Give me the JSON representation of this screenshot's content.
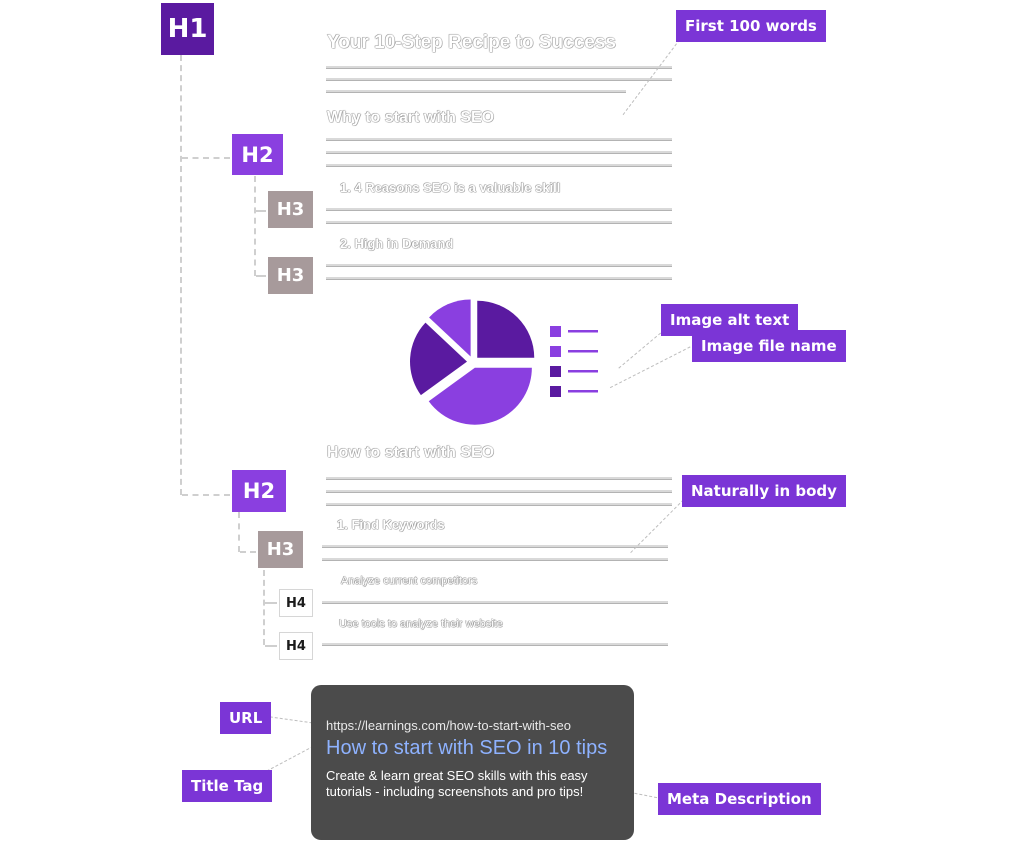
{
  "badges": {
    "h1": "H1",
    "h2": "H2",
    "h3": "H3",
    "h4": "H4"
  },
  "article": {
    "title": "Your 10-Step Recipe to Success",
    "section1": {
      "heading": "Why to start with SEO",
      "sub1": "1. 4 Reasons SEO is a valuable skill",
      "sub2": "2. High in Demand"
    },
    "section2": {
      "heading": "How to start with SEO",
      "sub1": "1. Find Keywords",
      "sub1_item1": "Analyze current competitors",
      "sub1_item2": "Use tools to analyze their website"
    }
  },
  "tags": {
    "first_words": "First 100 words",
    "image_alt": "Image alt text",
    "image_file": "Image file name",
    "naturally": "Naturally  in body",
    "url": "URL",
    "title_tag": "Title Tag",
    "meta": "Meta Description"
  },
  "snippet": {
    "url": "https://learnings.com/how-to-start-with-seo",
    "title": "How to start with SEO in 10 tips",
    "description": "Create & learn great SEO skills  with this easy tutorials - including screenshots and pro tips!"
  },
  "colors": {
    "h1": "#5a1aa0",
    "h2": "#8a3fe0",
    "h3": "#a79a9b",
    "tag": "#7b35d6",
    "card": "#4b4b4b",
    "snippet_title": "#8eb2ff"
  },
  "chart_data": {
    "type": "pie",
    "series": [
      {
        "values": [
          25,
          40,
          22,
          13
        ]
      }
    ],
    "colors": [
      "#5a1aa0",
      "#8a3fe0",
      "#5a1aa0",
      "#8a3fe0"
    ],
    "legend_colors": [
      "#8a3fe0",
      "#8a3fe0",
      "#5a1aa0",
      "#5a1aa0"
    ],
    "legend_position": "right",
    "title": "",
    "xlabel": "",
    "ylabel": ""
  }
}
